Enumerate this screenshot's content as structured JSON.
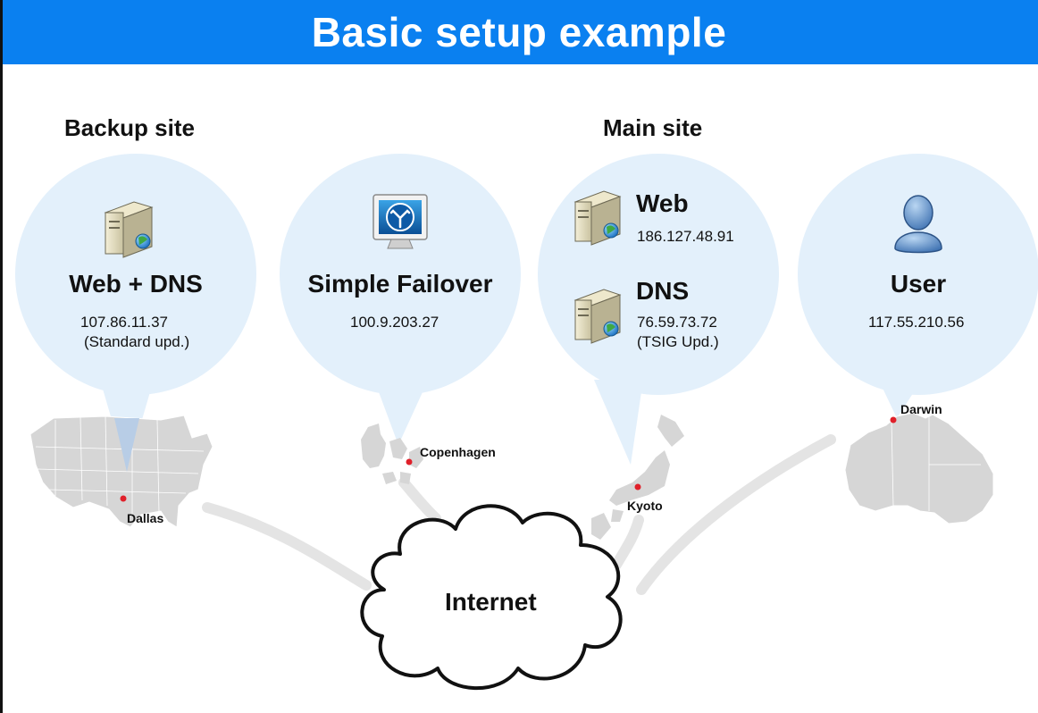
{
  "banner": {
    "title": "Basic setup example",
    "color": "#0a80f0"
  },
  "sites": {
    "backup_label": "Backup site",
    "main_label": "Main site"
  },
  "nodes": {
    "backup": {
      "title": "Web + DNS",
      "ip": "107.86.11.37",
      "note": "(Standard upd.)",
      "icon": "server-icon"
    },
    "failover": {
      "title": "Simple Failover",
      "ip": "100.9.203.27",
      "icon": "monitor-icon"
    },
    "main_web": {
      "title": "Web",
      "ip": "186.127.48.91",
      "icon": "server-icon"
    },
    "main_dns": {
      "title": "DNS",
      "ip": "76.59.73.72",
      "note": "(TSIG Upd.)",
      "icon": "server-icon"
    },
    "user": {
      "title": "User",
      "ip": "117.55.210.56",
      "icon": "user-icon"
    }
  },
  "cities": {
    "dallas": "Dallas",
    "copenhagen": "Copenhagen",
    "kyoto": "Kyoto",
    "darwin": "Darwin"
  },
  "cloud": {
    "label": "Internet"
  },
  "colors": {
    "bubble": "#e3f0fb",
    "map": "#d6d6d6",
    "city_dot": "#e0202a",
    "link": "#e4e4e4"
  }
}
